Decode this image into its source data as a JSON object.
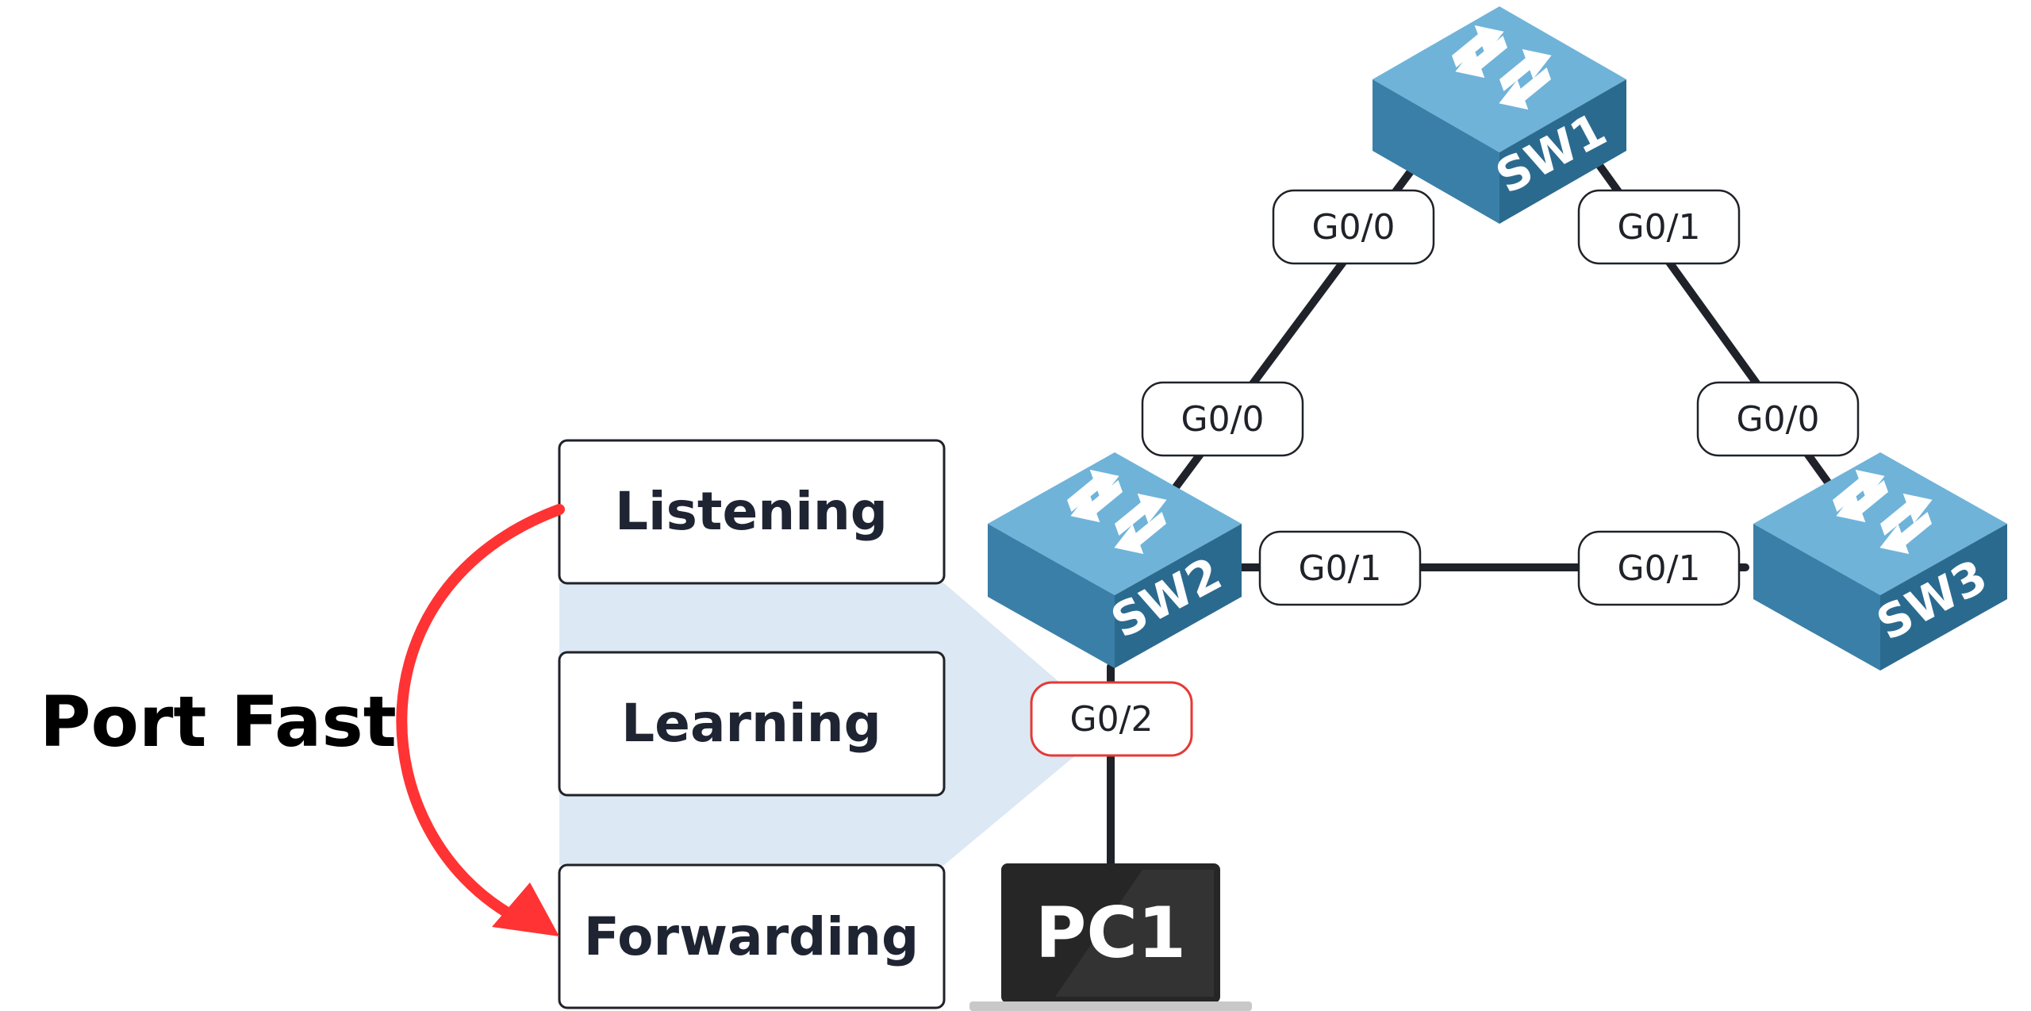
{
  "title": "Port Fast",
  "states": [
    "Listening",
    "Learning",
    "Forwarding"
  ],
  "switches": {
    "sw1": "SW1",
    "sw2": "SW2",
    "sw3": "SW3"
  },
  "pc": "PC1",
  "ports": {
    "sw1_left": "G0/0",
    "sw1_right": "G0/1",
    "sw2_top": "G0/0",
    "sw2_right": "G0/1",
    "sw2_bottom": "G0/2",
    "sw3_top": "G0/0",
    "sw3_left": "G0/1"
  },
  "colors": {
    "arrow": "#ff3333",
    "highlight_border": "#e53935",
    "link": "#1f2228",
    "switch_top": "#6fb3d9",
    "switch_side": "#3a7fa8",
    "switch_front": "#2b6a8f",
    "zoom_shade": "#dce8f3"
  }
}
